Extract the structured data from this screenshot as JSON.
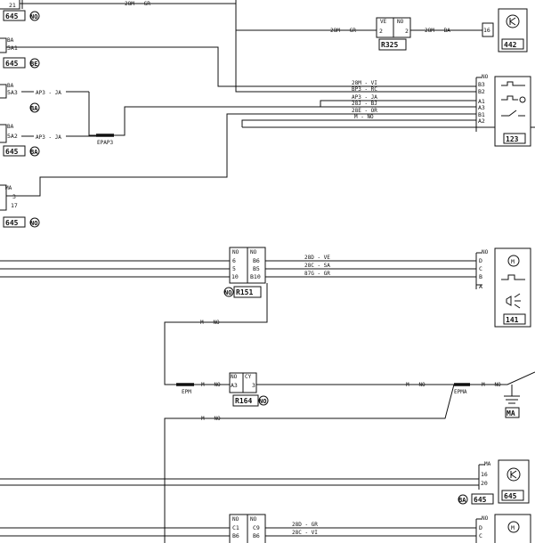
{
  "top_left_pins": {
    "p21": "21",
    "c645_a": "645",
    "mark_no_a": "NO",
    "ba_5a1": "BA",
    "pin_5a1": "5A1",
    "c645_b": "645",
    "mark_be": "BE",
    "ba_5a3": "BA",
    "pin_5a3": "5A3",
    "wire_ap3_ja_a": "AP3 - JA",
    "mark_ba_a": "BA",
    "ba_5a2": "BA",
    "pin_5a2": "5A2",
    "wire_ap3_ja_b": "AP3 - JA",
    "c645_c": "645",
    "mark_ba_b": "BA",
    "ma_label": "MA",
    "pin_3": "3",
    "pin_17": "17",
    "c645_d": "645",
    "mark_no_b": "NO"
  },
  "splice_ep": {
    "label": "EPAP3"
  },
  "top_wire": {
    "label": "28M - GR"
  },
  "r325": {
    "wire_left": "28M - GR",
    "pin_left": "2",
    "color_left": "VE",
    "pin_right": "2",
    "color_right": "NO",
    "wire_right": "28M - BA",
    "ref": "R325"
  },
  "comp_442": {
    "pin": "16",
    "ref": "442"
  },
  "comp_123": {
    "color": "NO",
    "pins": [
      "B3",
      "B2",
      "A1",
      "A3",
      "B1",
      "A2"
    ],
    "wires": [
      "28M - VI",
      "BP3 - RC",
      "AP3 - JA",
      "28J - BJ",
      "28E - OR",
      "M - NO"
    ],
    "ref": "123"
  },
  "r151": {
    "color_left": "NO",
    "color_right": "NO",
    "pins_left": [
      "6",
      "5",
      "10"
    ],
    "pins_right": [
      "B6",
      "B5",
      "B10"
    ],
    "mark": "NO",
    "ref": "R151",
    "wires": [
      "28D - VE",
      "28C - SA",
      "87G - GR"
    ]
  },
  "comp_141": {
    "color": "NO",
    "pins": [
      "D",
      "C",
      "B",
      "A"
    ],
    "ref": "141"
  },
  "ground_wires": {
    "m_no_a": "M - NO",
    "m_no_b": "M - NO",
    "m_no_c": "M - NO",
    "m_no_d": "M - NO",
    "m_no_e": "M - NO"
  },
  "epm": {
    "label": "EPM"
  },
  "r164": {
    "color_left": "NO",
    "color_right": "CY",
    "pin_left": "A3",
    "pin_right": "3",
    "ref": "R164",
    "mark": "NO"
  },
  "epma": {
    "label": "EPMA"
  },
  "ma_ground": {
    "label": "MA"
  },
  "comp_645_bottom": {
    "color": "MA",
    "pins": [
      "16",
      "20"
    ],
    "mark": "BA",
    "ref_left": "645",
    "ref_right": "645"
  },
  "bottom_conn": {
    "color_left": "NO",
    "color_right": "NO",
    "pins_left": [
      "C1",
      "B6"
    ],
    "pins_right": [
      "C9",
      "B6"
    ],
    "wires": [
      "28D - GR",
      "28C - VI"
    ],
    "color_comp": "NO",
    "pins_comp": [
      "D",
      "C"
    ]
  }
}
